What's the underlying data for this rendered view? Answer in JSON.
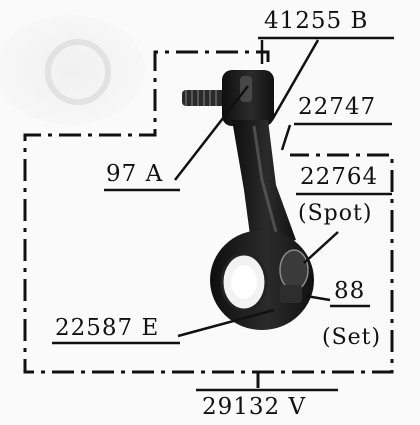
{
  "labels": {
    "part_41255b": "41255 B",
    "part_22747": "22747",
    "part_97a": "97 A",
    "part_22764": "22764",
    "spot_note": "(Spot)",
    "part_88": "88",
    "set_note": "(Set)",
    "part_22587e": "22587 E",
    "part_29132v": "29132 V"
  },
  "colors": {
    "paper": "#fafafa",
    "ink": "#111111",
    "part_metal": "#1c1c1c",
    "part_highlight": "#6b6b6b"
  }
}
